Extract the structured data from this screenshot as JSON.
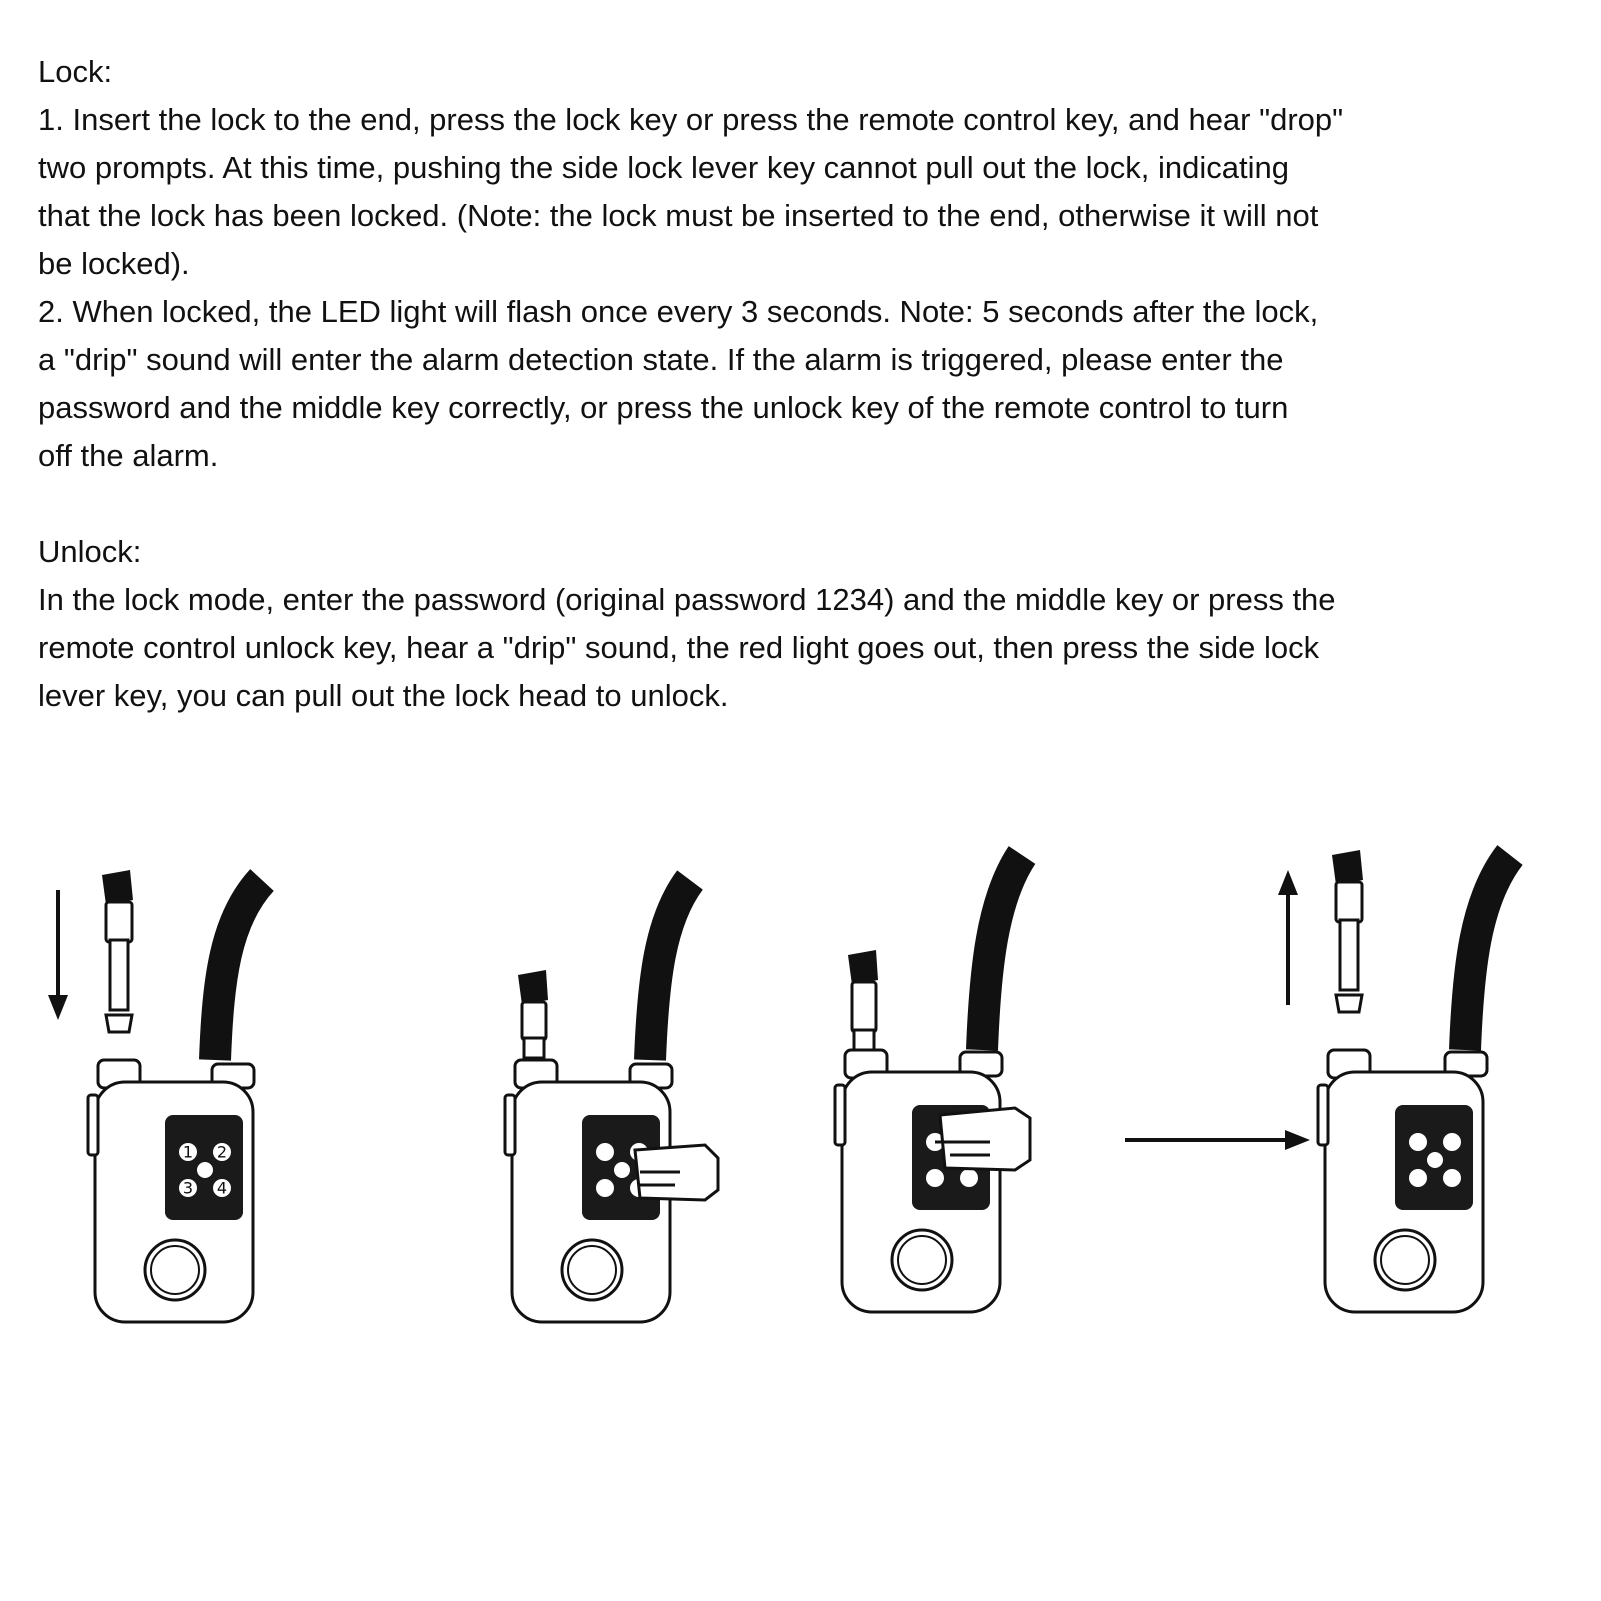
{
  "lock_section": {
    "heading": "Lock:",
    "step1": "1. Insert the lock to the end, press the lock key or press the remote control key, and hear \"drop\"\ntwo prompts. At this time, pushing the side lock lever key cannot pull out the lock, indicating\nthat the lock has been locked. (Note: the lock must be inserted to the end, otherwise it will not\nbe locked).",
    "step2": "2. When locked, the LED light will  flash once every 3 seconds. Note: 5 seconds after the lock,\na \"drip\" sound will enter the alarm detection state. If the alarm is triggered, please enter the\npassword and the middle key correctly, or press the unlock key of the remote control to turn\noff the alarm."
  },
  "unlock_section": {
    "heading": "Unlock:",
    "body": "In the lock mode, enter the password (original password 1234) and the middle key or press the\nremote control unlock key, hear a \"drip\" sound, the red light goes out, then press the side lock\nlever key, you can pull out the lock head to unlock."
  },
  "keypad": {
    "keys": [
      "1",
      "2",
      "3",
      "4"
    ]
  },
  "illustrations": [
    {
      "id": "insert-lock",
      "icon": "down-arrow-icon"
    },
    {
      "id": "lock-inserted-keypress"
    },
    {
      "id": "enter-password"
    },
    {
      "id": "pull-out-lock",
      "icon": "up-arrow-icon"
    }
  ],
  "colors": {
    "text": "#111111",
    "ink": "#111111",
    "keypad": "#1a1a1a"
  }
}
